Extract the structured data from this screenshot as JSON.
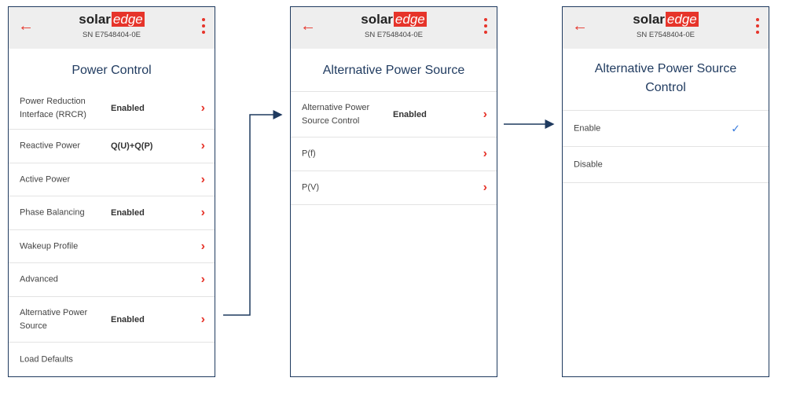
{
  "brand": {
    "solar": "solar",
    "edge": "edge"
  },
  "serial": "SN E7548404-0E",
  "colors": {
    "accent": "#e6342a",
    "frame": "#1f3a5f",
    "check": "#3b7ddd"
  },
  "screen1": {
    "title": "Power Control",
    "rows": [
      {
        "label": "Power Reduction Interface (RRCR)",
        "value": "Enabled"
      },
      {
        "label": "Reactive Power",
        "value": "Q(U)+Q(P)"
      },
      {
        "label": "Active Power",
        "value": ""
      },
      {
        "label": "Phase Balancing",
        "value": "Enabled"
      },
      {
        "label": "Wakeup Profile",
        "value": ""
      },
      {
        "label": "Advanced",
        "value": ""
      },
      {
        "label": "Alternative Power Source",
        "value": "Enabled"
      },
      {
        "label": "Load Defaults",
        "value": ""
      }
    ]
  },
  "screen2": {
    "title": "Alternative Power Source",
    "rows": [
      {
        "label": "Alternative Power Source Control",
        "value": "Enabled"
      },
      {
        "label": "P(f)",
        "value": ""
      },
      {
        "label": "P(V)",
        "value": ""
      }
    ]
  },
  "screen3": {
    "title": "Alternative Power Source Control",
    "rows": [
      {
        "label": "Enable",
        "selected": true
      },
      {
        "label": "Disable",
        "selected": false
      }
    ]
  },
  "icons": {
    "back": "back-arrow-icon",
    "menu": "kebab-menu-icon",
    "chevron": "chevron-right-icon",
    "check": "checkmark-icon"
  }
}
